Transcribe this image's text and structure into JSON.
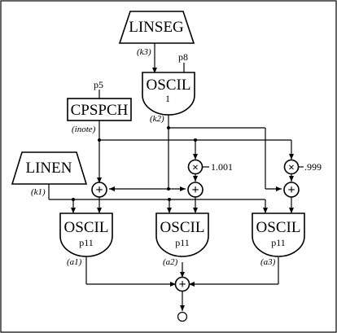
{
  "modules": {
    "linseg": {
      "name": "LINSEG",
      "output": "(k3)"
    },
    "oscil_env": {
      "name": "OSCIL",
      "param": "p8",
      "sub": "1",
      "output": "(k2)"
    },
    "cpspch": {
      "name": "CPSPCH",
      "param": "p5",
      "output": "(inote)"
    },
    "linen": {
      "name": "LINEN",
      "output": "(k1)"
    },
    "osc1": {
      "name": "OSCIL",
      "param": "p11",
      "output": "(a1)"
    },
    "osc2": {
      "name": "OSCIL",
      "param": "p11",
      "output": "(a2)"
    },
    "osc3": {
      "name": "OSCIL",
      "param": "p11",
      "output": "(a3)"
    }
  },
  "multipliers": {
    "m1": "1.001",
    "m2": ".999"
  },
  "symbols": {
    "plus": "+",
    "times": "×"
  }
}
